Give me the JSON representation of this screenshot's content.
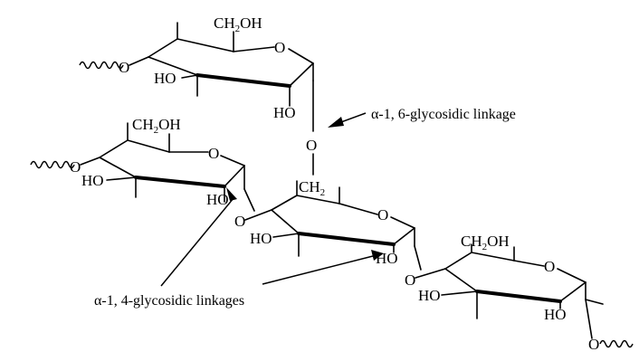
{
  "rings": [
    {
      "ch2oh": "CH",
      "ch2oh_sub": "2",
      "ch2oh_tail": "OH",
      "ho_left": "HO",
      "ho_bottom": "HO",
      "ring_o": "O",
      "link_o": "O"
    },
    {
      "ch2oh": "CH",
      "ch2oh_sub": "2",
      "ch2oh_tail": "OH",
      "ho_left": "HO",
      "ho_bottom": "HO",
      "ring_o": "O",
      "link_o": "O"
    },
    {
      "ch2": "CH",
      "ch2_sub": "2",
      "ho_left": "HO",
      "ho_bottom": "HO",
      "ring_o": "O",
      "link_o": "O"
    },
    {
      "ch2oh": "CH",
      "ch2oh_sub": "2",
      "ch2oh_tail": "OH",
      "ho_left": "HO",
      "ho_bottom": "HO",
      "ring_o": "O",
      "link_o": "O"
    }
  ],
  "bridge_o": "O",
  "labels": {
    "alpha16": "α-1, 6-glycosidic linkage",
    "alpha14": "α-1, 4-glycosidic linkages"
  }
}
